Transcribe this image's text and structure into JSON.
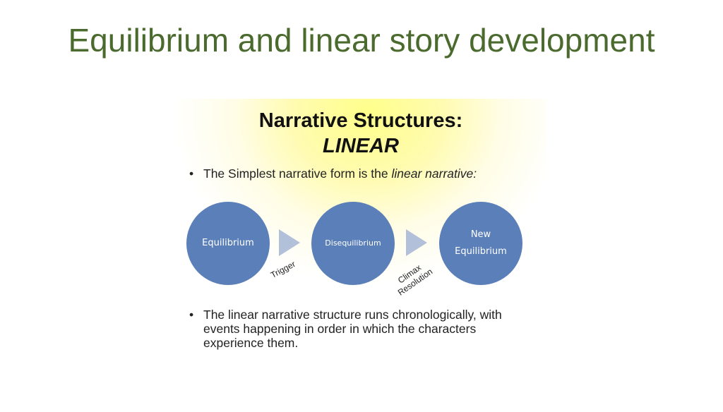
{
  "slide": {
    "title": "Equilibrium and linear story development"
  },
  "figure": {
    "heading": "Narrative Structures:",
    "subheading": "LINEAR",
    "bullet_symbol": "•",
    "bullet1": {
      "prefix": "The Simplest narrative form is the ",
      "emphasis": "linear narrative:"
    },
    "bullet2": "The linear narrative structure runs chronologically, with events happening in order in which the characters experience them.",
    "stages": [
      {
        "line1": "Equilibrium",
        "line2": ""
      },
      {
        "line1": "Disequilibrium",
        "line2": ""
      },
      {
        "line1": "New",
        "line2": "Equilibrium"
      }
    ],
    "transitions": [
      {
        "line1": "Trigger",
        "line2": ""
      },
      {
        "line1": "Climax",
        "line2": "Resolution"
      }
    ],
    "colors": {
      "title": "#4a6a2e",
      "circle": "#5b7fb8",
      "arrow": "#b3c0da",
      "glow": "#ffff8a"
    }
  }
}
